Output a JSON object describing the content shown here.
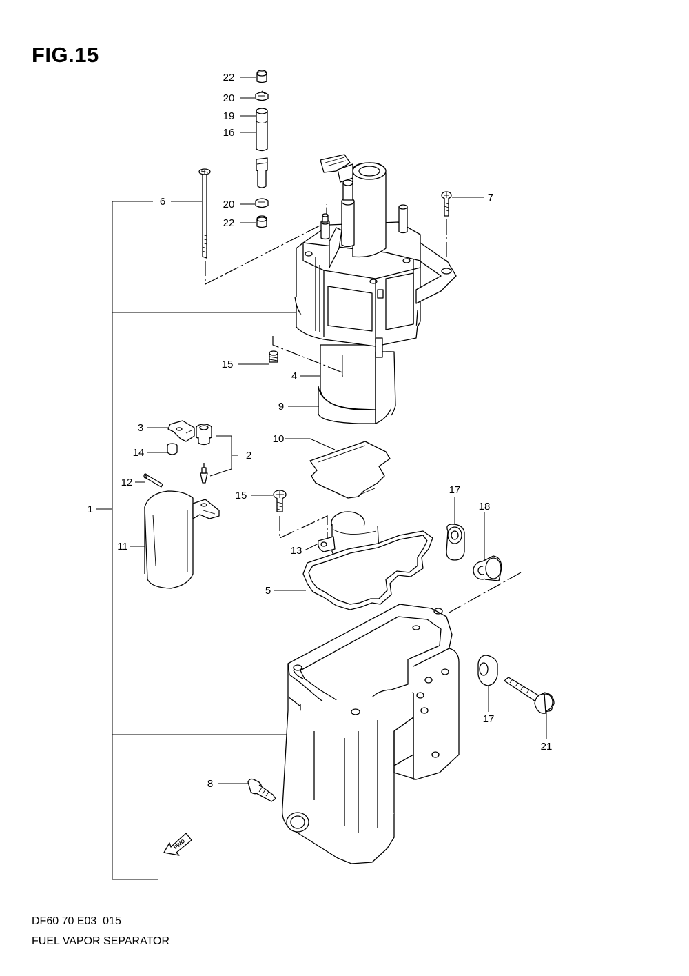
{
  "figure": {
    "title": "FIG.15",
    "drawing_code": "DF60 70 E03_015",
    "name": "FUEL VAPOR SEPARATOR",
    "direction_mark": "FWD"
  },
  "callouts": {
    "c1": "1",
    "c2": "2",
    "c3": "3",
    "c4": "4",
    "c5": "5",
    "c6": "6",
    "c7": "7",
    "c8": "8",
    "c9": "9",
    "c10": "10",
    "c11": "11",
    "c12": "12",
    "c13": "13",
    "c14": "14",
    "c15a": "15",
    "c15b": "15",
    "c16": "16",
    "c17a": "17",
    "c17b": "17",
    "c18": "18",
    "c19": "19",
    "c20a": "20",
    "c20b": "20",
    "c21": "21",
    "c22a": "22",
    "c22b": "22"
  }
}
